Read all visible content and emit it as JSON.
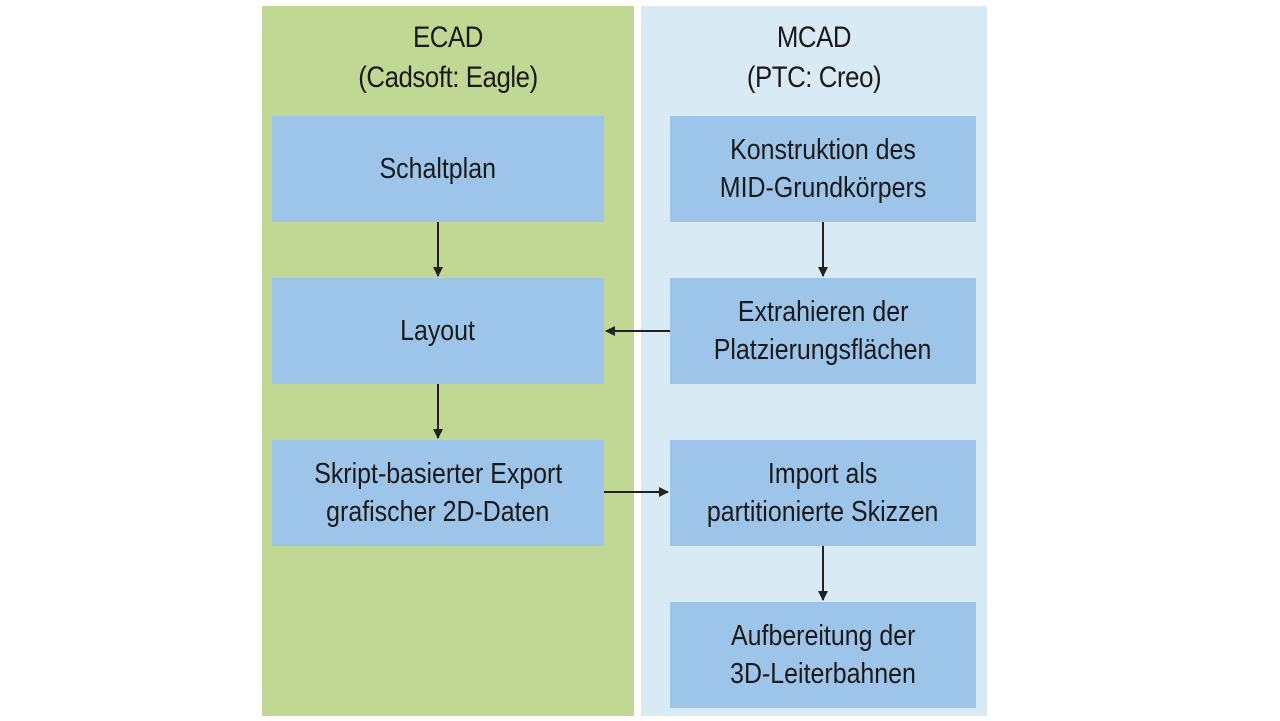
{
  "colors": {
    "ecad_lane": "#c1d895",
    "mcad_lane": "#d8ebf4",
    "box_fill": "#9dc4e9",
    "arrow": "#222222"
  },
  "lanes": {
    "ecad": {
      "title_line1": "ECAD",
      "title_line2": "(Cadsoft: Eagle)",
      "boxes": [
        {
          "line1": "Schaltplan",
          "line2": ""
        },
        {
          "line1": "Layout",
          "line2": ""
        },
        {
          "line1": "Skript-basierter Export",
          "line2": "grafischer 2D-Daten"
        }
      ]
    },
    "mcad": {
      "title_line1": "MCAD",
      "title_line2": "(PTC: Creo)",
      "boxes": [
        {
          "line1": "Konstruktion des",
          "line2": "MID-Grundkörpers"
        },
        {
          "line1": "Extrahieren der",
          "line2": "Platzierungsflächen"
        },
        {
          "line1": "Import als",
          "line2": "partitionierte Skizzen"
        },
        {
          "line1": "Aufbereitung der",
          "line2": "3D-Leiterbahnen"
        }
      ]
    }
  },
  "connections": [
    {
      "from": "Schaltplan",
      "to": "Layout"
    },
    {
      "from": "Layout",
      "to": "Skript-basierter Export grafischer 2D-Daten"
    },
    {
      "from": "Konstruktion des MID-Grundkörpers",
      "to": "Extrahieren der Platzierungsflächen"
    },
    {
      "from": "Extrahieren der Platzierungsflächen",
      "to": "Layout"
    },
    {
      "from": "Skript-basierter Export grafischer 2D-Daten",
      "to": "Import als partitionierte Skizzen"
    },
    {
      "from": "Import als partitionierte Skizzen",
      "to": "Aufbereitung der 3D-Leiterbahnen"
    }
  ]
}
